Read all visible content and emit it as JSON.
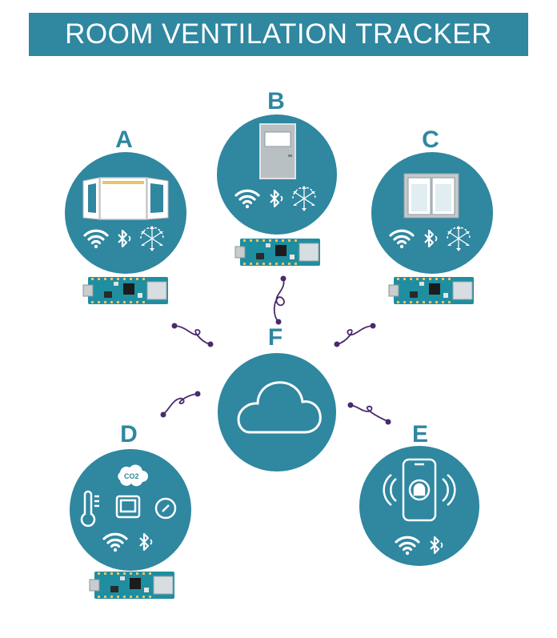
{
  "title": "ROOM VENTILATION TRACKER",
  "colors": {
    "teal": "#2f87a0",
    "connector": "#4a2a6b",
    "board": "#1f8ea0"
  },
  "nodes": {
    "a": {
      "label": "A",
      "device": "window-double-sash",
      "icons": [
        "wifi-icon",
        "bluetooth-icon",
        "accelerometer-icon"
      ]
    },
    "b": {
      "label": "B",
      "device": "door",
      "icons": [
        "wifi-icon",
        "bluetooth-icon",
        "accelerometer-icon"
      ]
    },
    "c": {
      "label": "C",
      "device": "window-sliding",
      "icons": [
        "wifi-icon",
        "bluetooth-icon",
        "accelerometer-icon"
      ]
    },
    "d": {
      "label": "D",
      "device": "environment-sensor",
      "icons": [
        "co2-icon",
        "thermometer-icon",
        "display-icon",
        "gauge-icon",
        "wifi-icon",
        "bluetooth-icon"
      ],
      "co2_text": "CO2"
    },
    "e": {
      "label": "E",
      "device": "smartphone-alarm",
      "icons": [
        "smartphone-bell-icon",
        "wifi-icon",
        "bluetooth-icon"
      ]
    },
    "f": {
      "label": "F",
      "device": "cloud"
    }
  }
}
